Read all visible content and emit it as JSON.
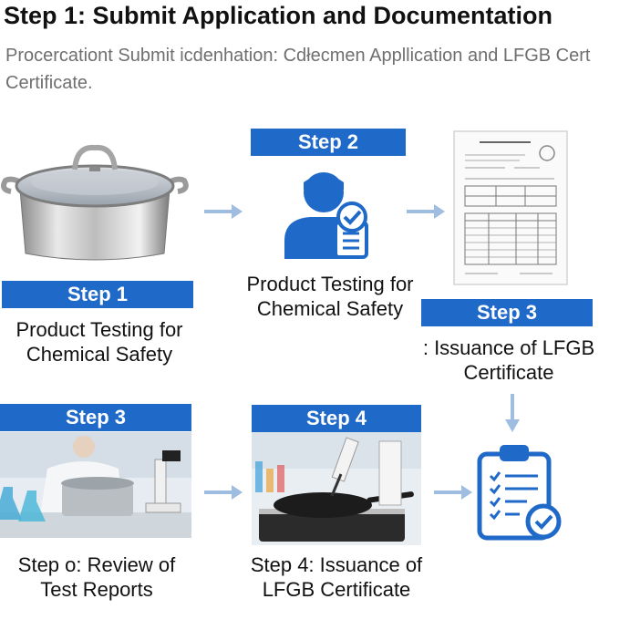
{
  "title": "Step 1: Submit Application and Documentation",
  "subtitle": "Proсercationt Submit icdenhation: Cdłecmen Appllication and LFGB Cert Certificate.",
  "steps": {
    "top_left": {
      "banner": "Step 1",
      "caption": "Product Testing for Chemical Safety",
      "image": "stainless-cooking-pot"
    },
    "top_center": {
      "banner": "Step 2",
      "caption": "Product Testing for Chemical Safety",
      "image": "person-checkmark-icon"
    },
    "top_right": {
      "banner": "Step 3",
      "caption": ": Issuance of LFGB Certificate",
      "image": "certificate-document"
    },
    "bottom_left": {
      "banner": "Step 3",
      "caption": "Step o: Review of Test Reports",
      "image": "lab-testing-pot"
    },
    "bottom_center": {
      "banner": "Step 4",
      "caption": "Step 4: Issuance of LFGB Certificate",
      "image": "pan-under-microscope"
    },
    "bottom_right": {
      "image": "clipboard-checklist-icon"
    }
  },
  "colors": {
    "accent": "#1f69c8",
    "arrow": "#9fbde0"
  }
}
